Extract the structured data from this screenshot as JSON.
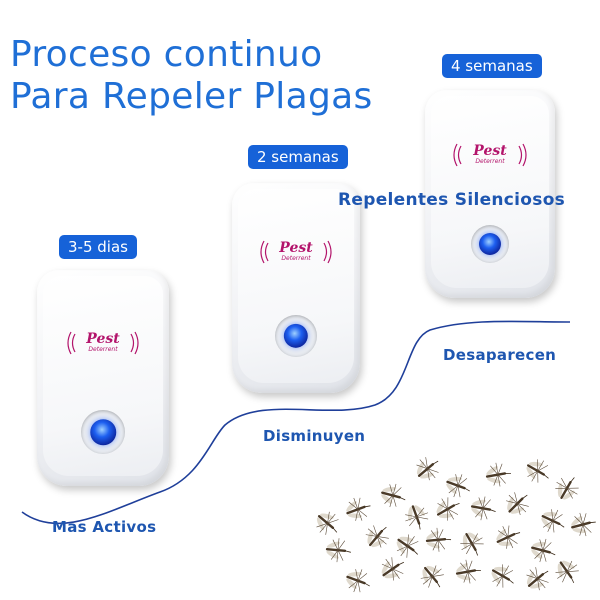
{
  "title": {
    "line1": "Proceso continuo",
    "line2": "Para Repeler Plagas"
  },
  "stages": [
    {
      "pill": "3-5 dias",
      "label": "Mas Activos"
    },
    {
      "pill": "2 semanas",
      "label": "Disminuyen"
    },
    {
      "pill": "4 semanas",
      "label": "Desaparecen"
    }
  ],
  "highlight": "Repelentes Silenciosos",
  "device_logo": {
    "brand": "Pest",
    "sub": "Deterrent"
  },
  "colors": {
    "accent": "#1662d8",
    "text_blue": "#1e56b0",
    "logo": "#b3146b",
    "curve": "#1f3f9a"
  },
  "icons": [
    "mosquito-icon",
    "blue-led-icon"
  ]
}
